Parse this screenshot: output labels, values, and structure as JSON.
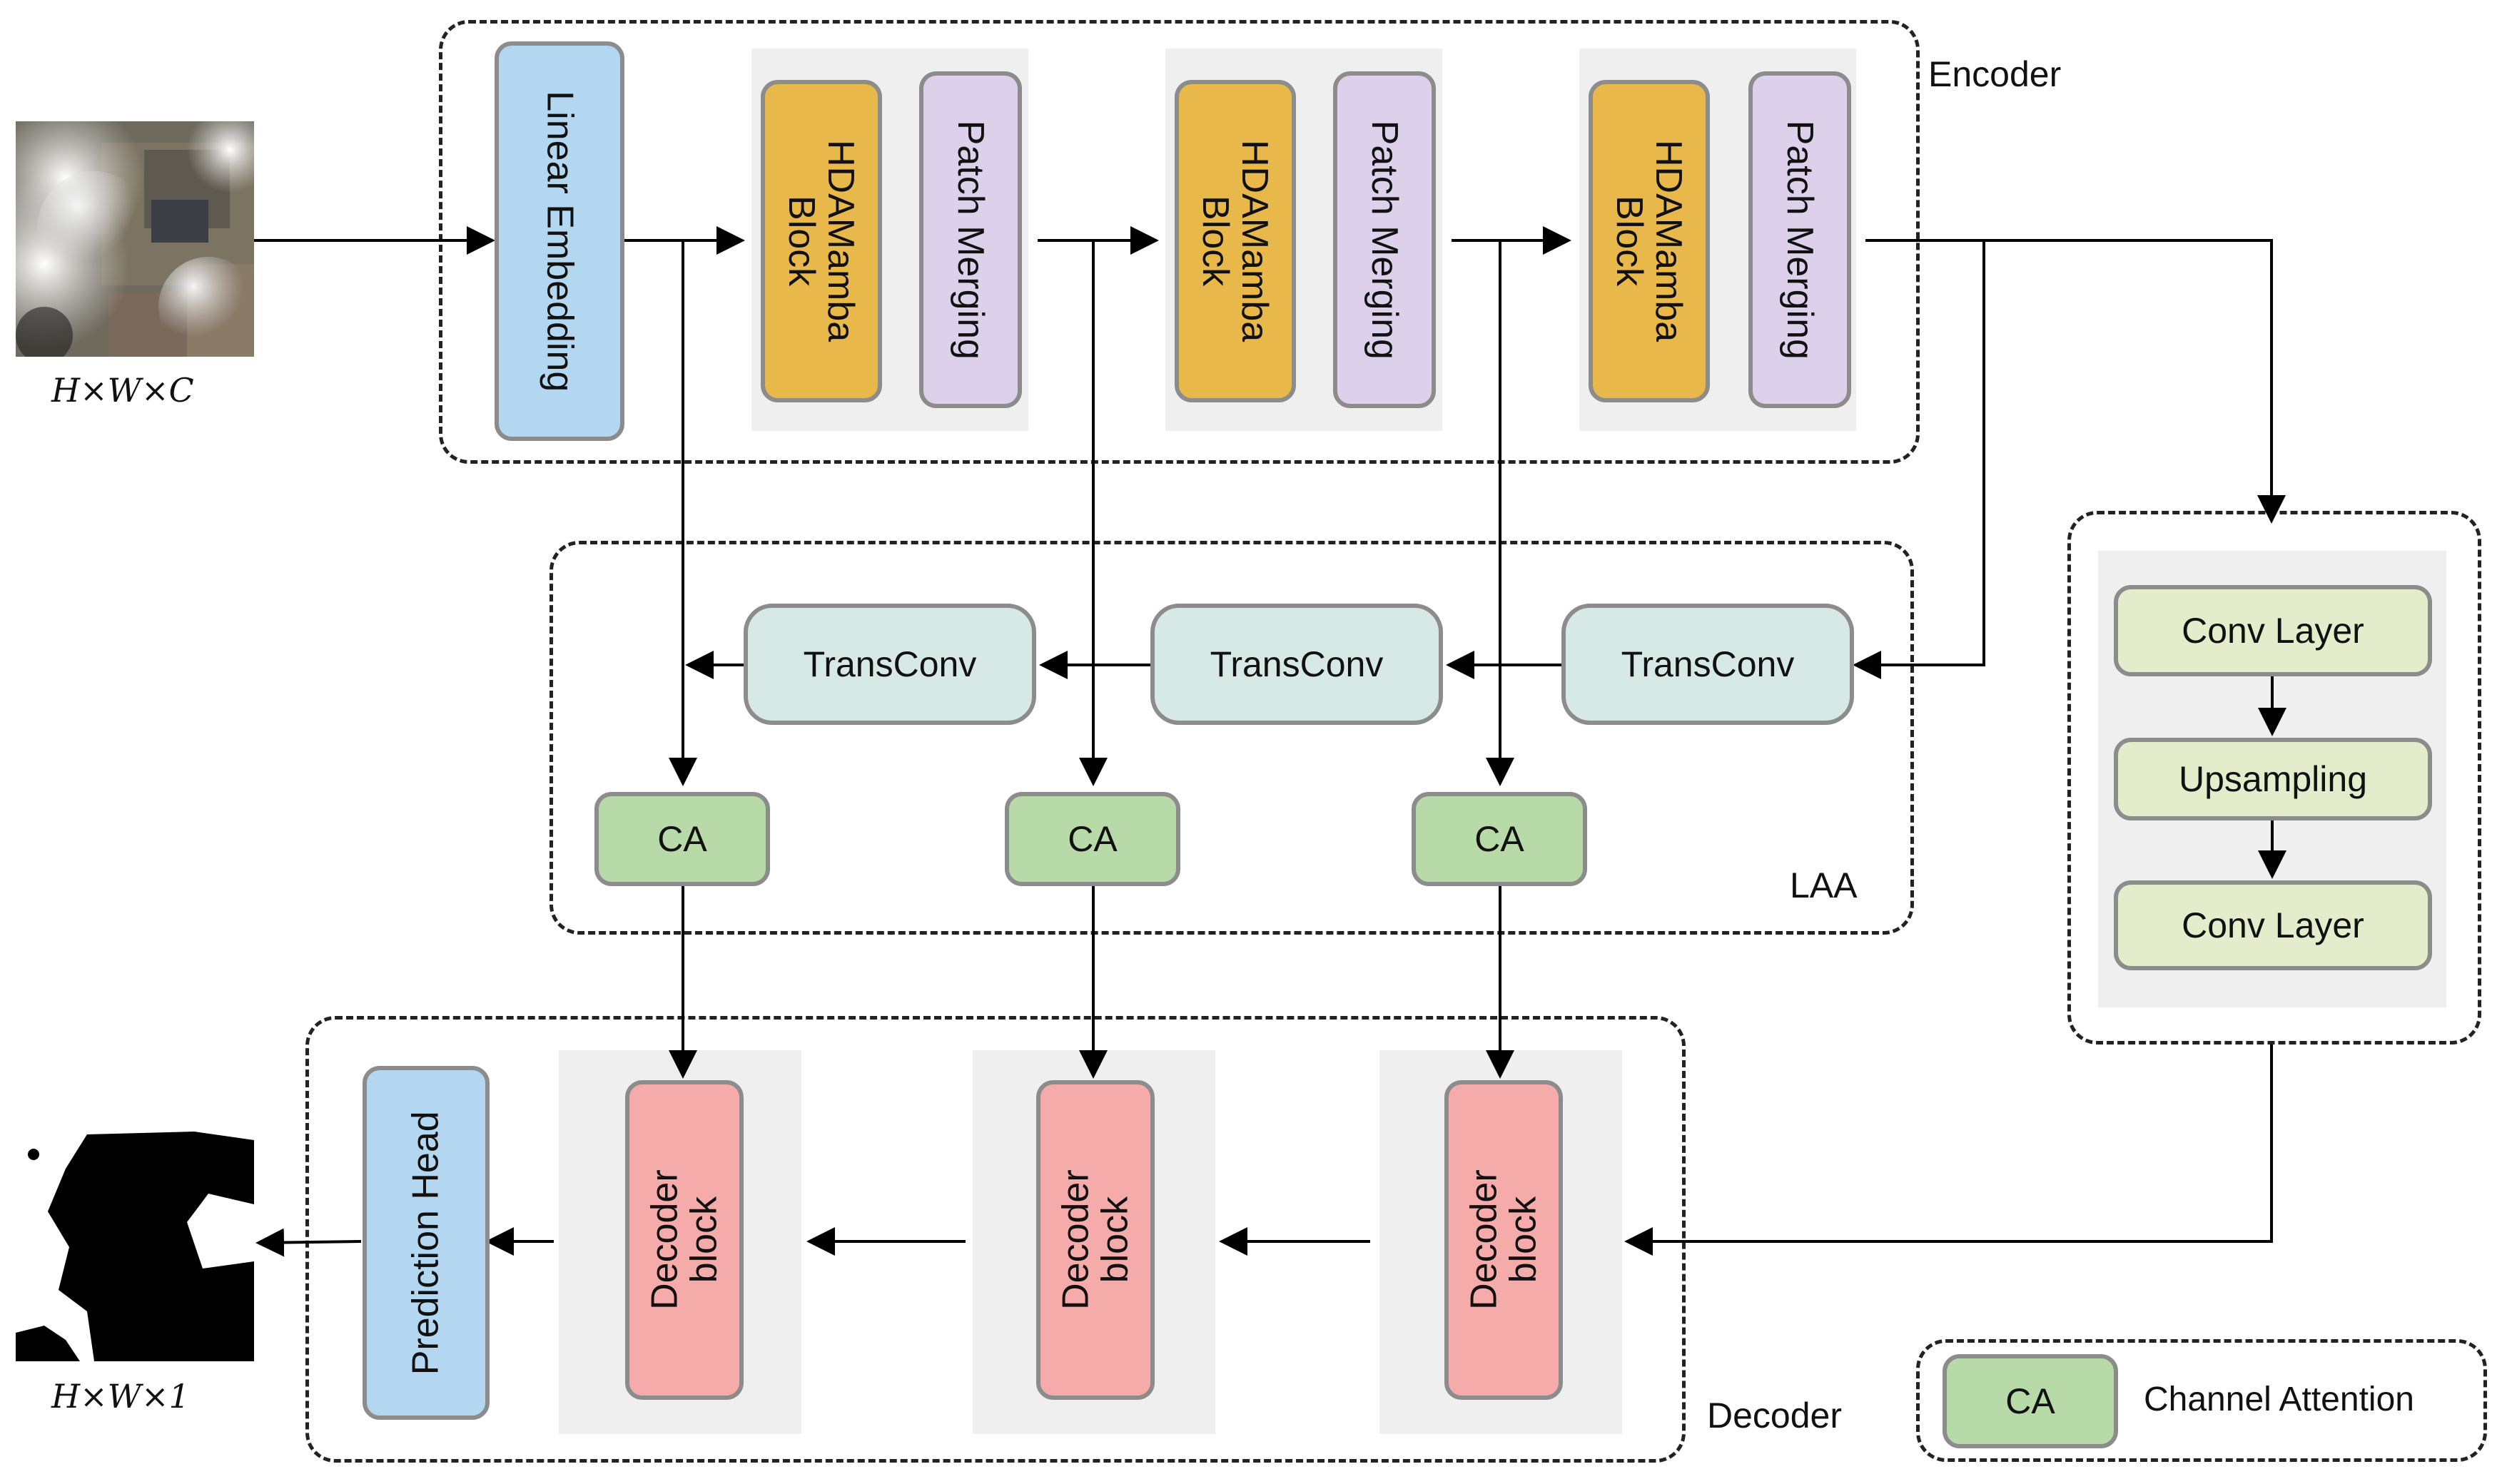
{
  "input": {
    "dims": "H×W×C"
  },
  "output": {
    "dims": "H×W×1"
  },
  "encoder": {
    "label": "Encoder",
    "linear_embedding": "Linear Embedding",
    "stages": [
      {
        "block": "HDAMamba Block",
        "merge": "Patch Merging"
      },
      {
        "block": "HDAMamba Block",
        "merge": "Patch Merging"
      },
      {
        "block": "HDAMamba Block",
        "merge": "Patch Merging"
      }
    ]
  },
  "laa": {
    "label": "LAA",
    "transconv": [
      "TransConv",
      "TransConv",
      "TransConv"
    ],
    "ca": [
      "CA",
      "CA",
      "CA"
    ]
  },
  "bottleneck": {
    "layers": [
      "Conv Layer",
      "Upsampling",
      "Conv Layer"
    ]
  },
  "decoder": {
    "label": "Decoder",
    "prediction_head": "Prediction Head",
    "blocks": [
      "Decoder block",
      "Decoder block",
      "Decoder block"
    ]
  },
  "legend": {
    "symbol": "CA",
    "meaning": "Channel Attention"
  },
  "colors": {
    "linear_embedding": "#b3d7f0",
    "hdamamba": "#e8b84a",
    "patch_merging": "#ddd0ea",
    "transconv": "#d7e9e4",
    "ca": "#b8d9a8",
    "bottleneck": "#e4eccb",
    "decoder_block": "#f6abab"
  }
}
